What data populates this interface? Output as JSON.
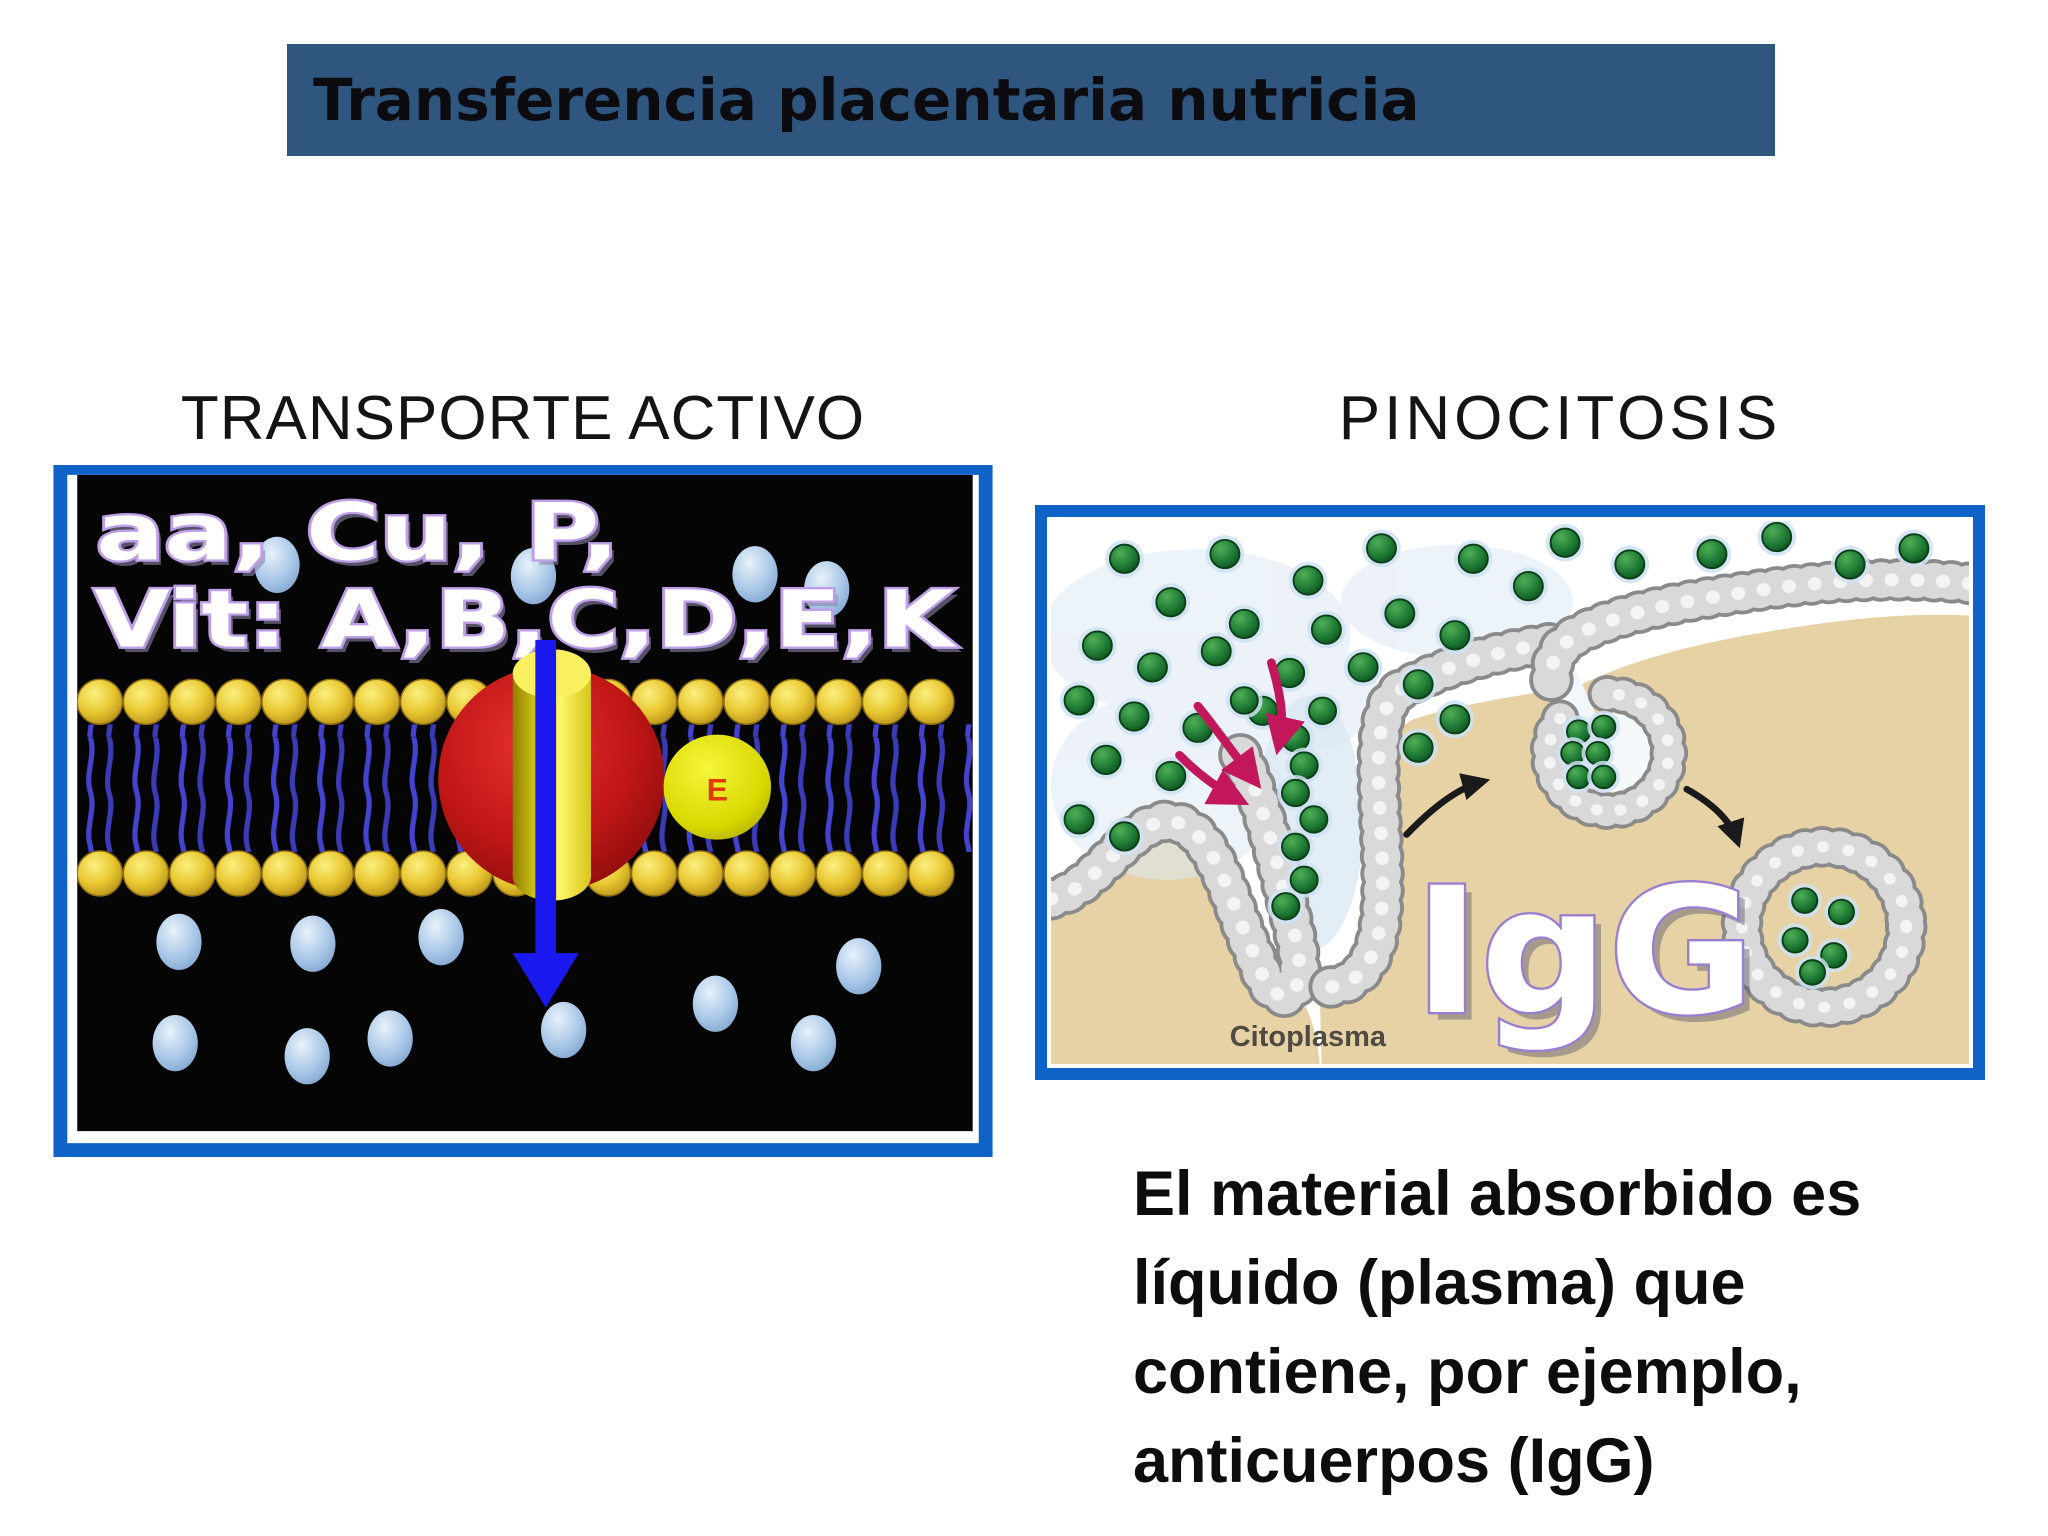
{
  "slide": {
    "title": "Transferencia placentaria nutricia",
    "left": {
      "heading": "TRANSPORTE ACTIVO",
      "overlay_line1": "aa, Cu, P,",
      "overlay_line2": "Vit: A,B,C,D,E,K",
      "enzyme_label": "E"
    },
    "right": {
      "heading": "PINOCITOSIS",
      "molecule_label": "IgG",
      "cytoplasm_label": "Citoplasma"
    },
    "caption_lines": [
      "El material absorbido es",
      "líquido (plasma) que",
      "contiene, por ejemplo,",
      "anticuerpos (IgG)"
    ],
    "colors": {
      "banner_bg": "#2e567e",
      "frame_blue": "#0f63c6",
      "membrane_head_yellow": "#e9c832",
      "lipid_tail_blue": "#4343cf",
      "carrier_red": "#c01616",
      "channel_yellow": "#f4ea2a",
      "transport_arrow_blue": "#1a18ee",
      "molecule_light_blue": "#a9c7e8",
      "solute_green": "#1e7a34",
      "cytoplasm_tan": "#e6d2a4",
      "pinocytosis_arrow_crimson": "#c2185b"
    }
  }
}
